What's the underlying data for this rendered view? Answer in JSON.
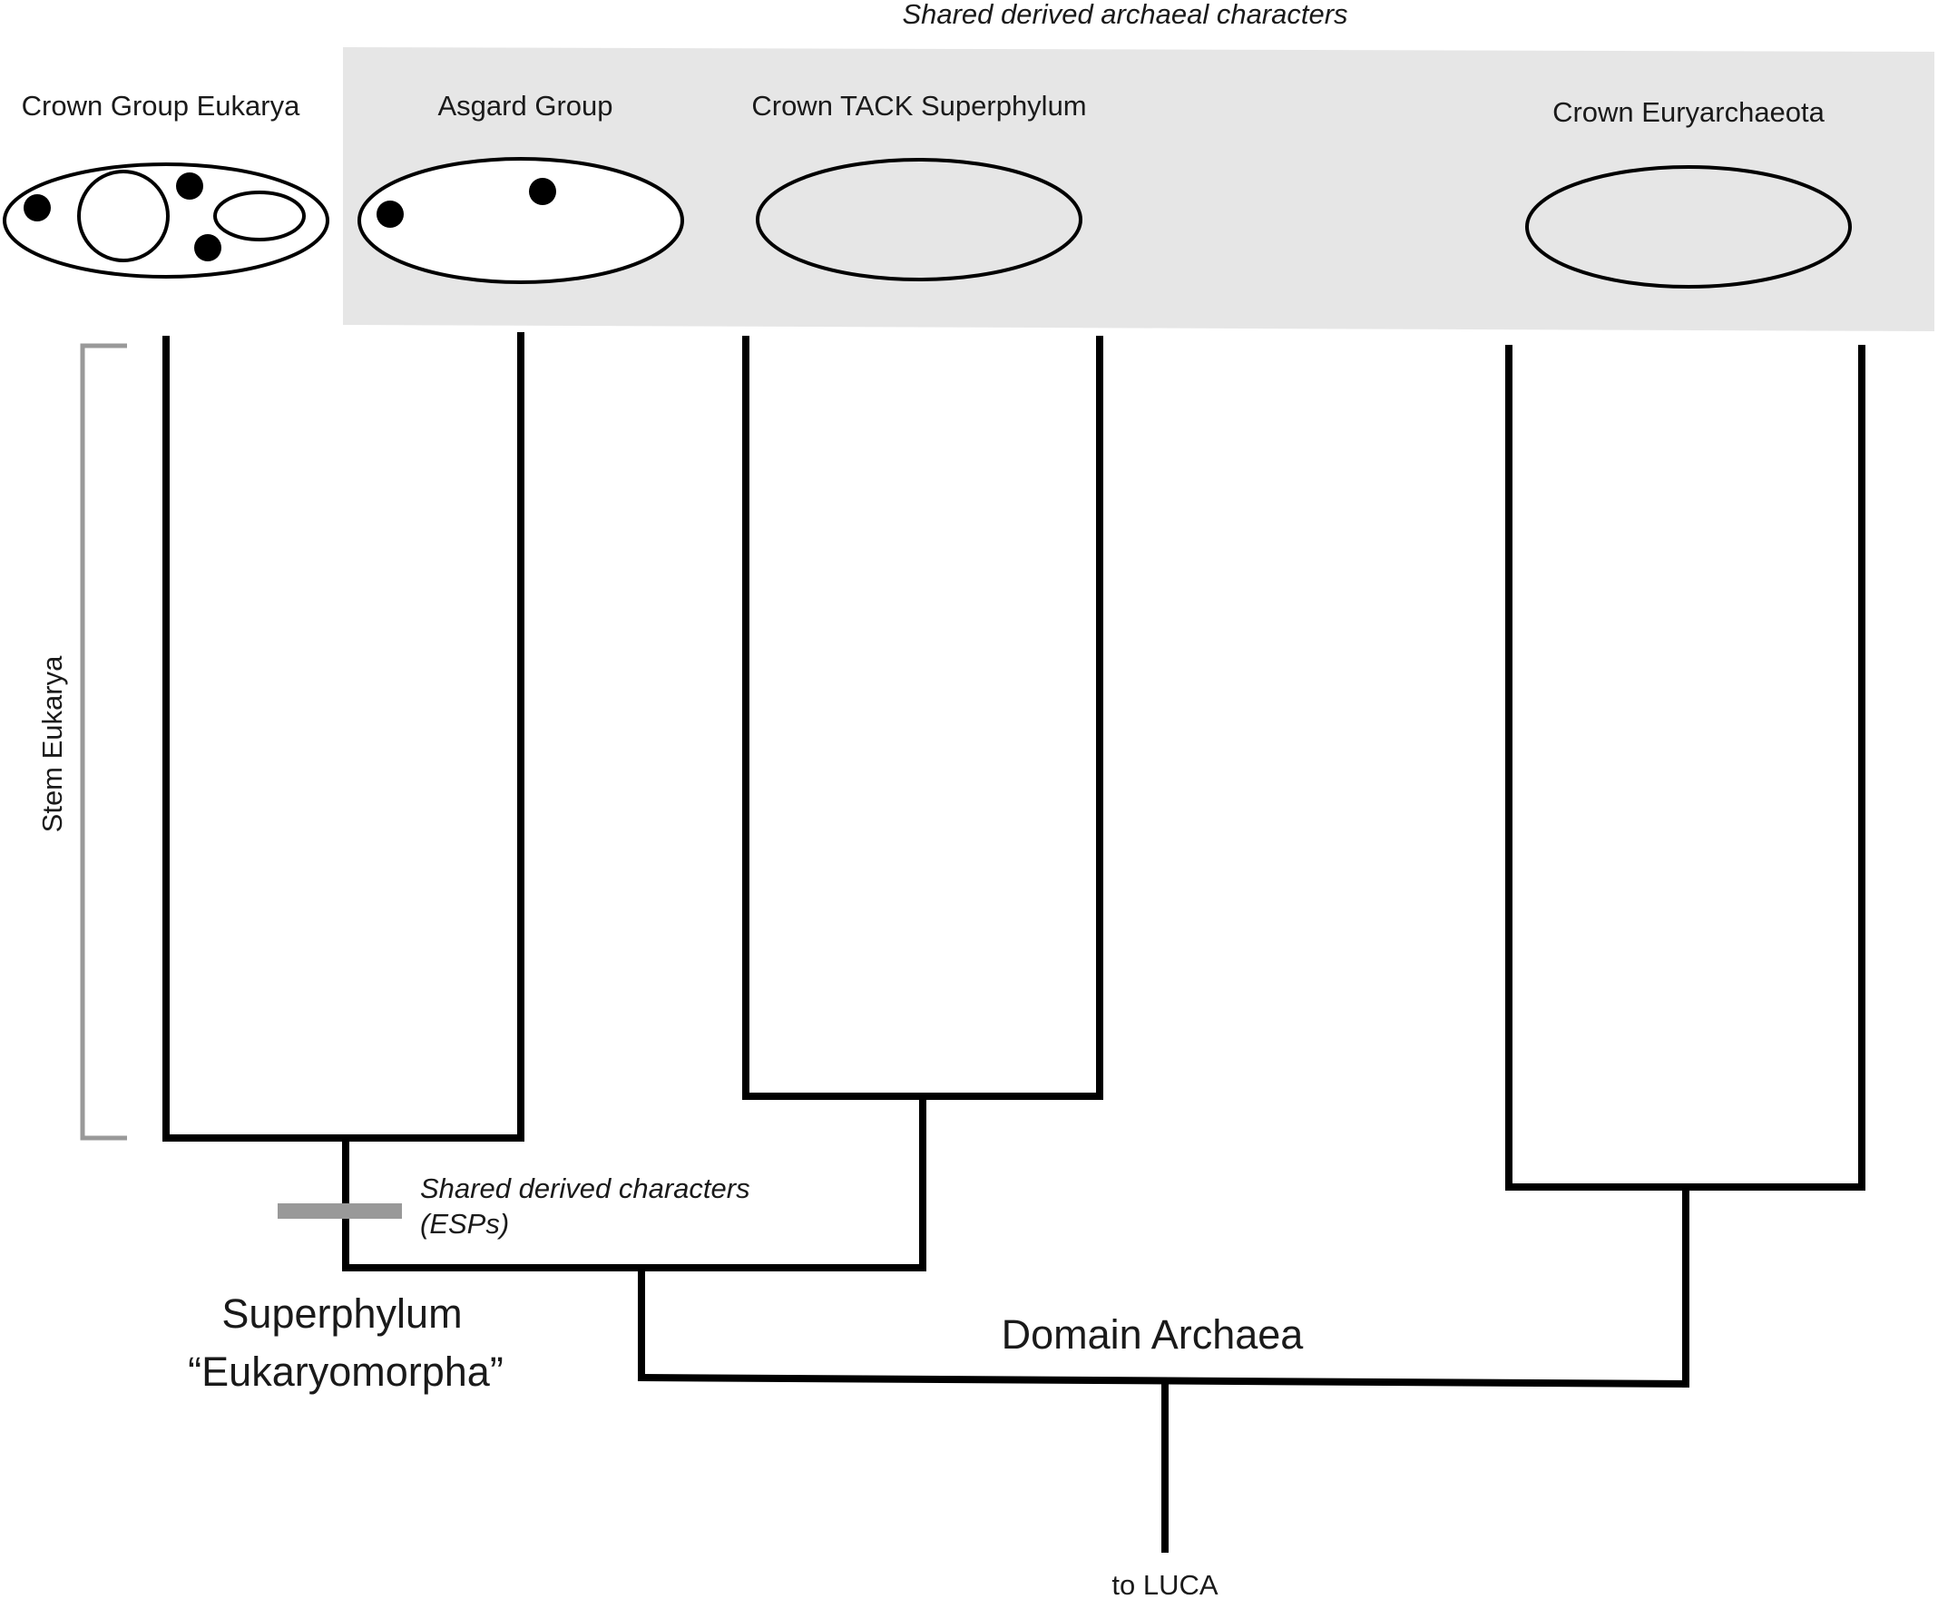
{
  "header": {
    "shared_archaeal": "Shared derived archaeal characters"
  },
  "groups": {
    "eukarya": "Crown Group Eukarya",
    "asgard": "Asgard Group",
    "tack": "Crown TACK Superphylum",
    "euryarchaeota": "Crown Euryarchaeota"
  },
  "labels": {
    "stem_eukarya": "Stem  Eukarya",
    "shared_derived_line1": "Shared derived characters",
    "shared_derived_line2": "(ESPs)",
    "superphylum_line1": "Superphylum",
    "superphylum_line2": "“Eukaryomorpha”",
    "domain_archaea": "Domain Archaea",
    "to_luca": "to LUCA"
  },
  "colors": {
    "shading": "#e6e6e6",
    "tree_line": "#000000",
    "bracket": "#999999",
    "esp_bar": "#999999"
  }
}
